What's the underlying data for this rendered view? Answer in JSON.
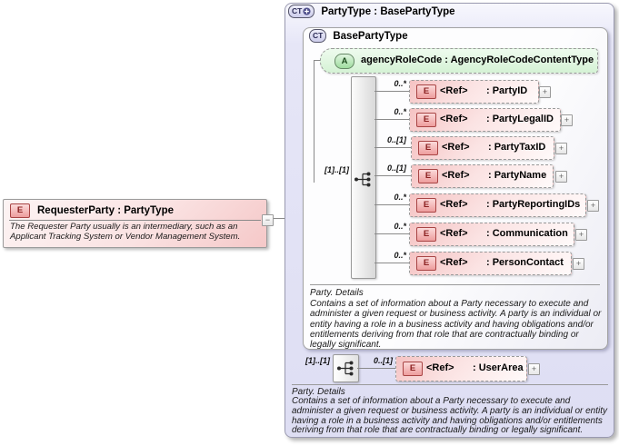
{
  "symbols": {
    "e": "E",
    "a": "A",
    "ct": "CT",
    "plus": "+",
    "minus": "−"
  },
  "requester": {
    "badge": "E",
    "title": "RequesterParty : PartyType",
    "description": "The Requester Party  usually is an intermediary, such as an Applicant Tracking System or Vendor Management System."
  },
  "ct": {
    "badge": "CT",
    "title": "PartyType : BasePartyType",
    "base": {
      "badge": "CT",
      "title": "BasePartyType",
      "attribute": {
        "badge": "A",
        "label": "agencyRoleCode : AgencyRoleCodeContentType"
      },
      "occurrence": "[1]..[1]",
      "children": [
        {
          "card": "0..*",
          "ref": "<Ref>",
          "name": ": PartyID"
        },
        {
          "card": "0..*",
          "ref": "<Ref>",
          "name": ": PartyLegalID"
        },
        {
          "card": "0..[1]",
          "ref": "<Ref>",
          "name": ": PartyTaxID"
        },
        {
          "card": "0..[1]",
          "ref": "<Ref>",
          "name": ": PartyName"
        },
        {
          "card": "0..*",
          "ref": "<Ref>",
          "name": ": PartyReportingIDs"
        },
        {
          "card": "0..*",
          "ref": "<Ref>",
          "name": ": Communication"
        },
        {
          "card": "0..*",
          "ref": "<Ref>",
          "name": ": PersonContact"
        }
      ],
      "annotation_title": "Party. Details",
      "annotation": "Contains a set of information about a Party necessary to execute and administer a given request or business activity. A party is an individual or entity having a role in a business activity and having obligations and/or entitlements deriving from that role that are contractually binding or legally significant."
    },
    "extension": {
      "occurrence": "[1]..[1]",
      "child": {
        "card": "0..[1]",
        "ref": "<Ref>",
        "name": ": UserArea"
      },
      "annotation_title": "Party. Details",
      "annotation": "Contains a set of information about a Party necessary to execute and administer a given request or business activity. A party is an individual or entity having a role in a business activity and having obligations and/or entitlements deriving from that role that are contractually binding or legally significant."
    }
  },
  "colors": {
    "element-pink": "#f5c3c3",
    "attr-green-bottom": "#d5f2d5",
    "type-lavender": "#dedef3",
    "badge-e-border": "#a84444",
    "line-gray": "#8a8a8a"
  }
}
